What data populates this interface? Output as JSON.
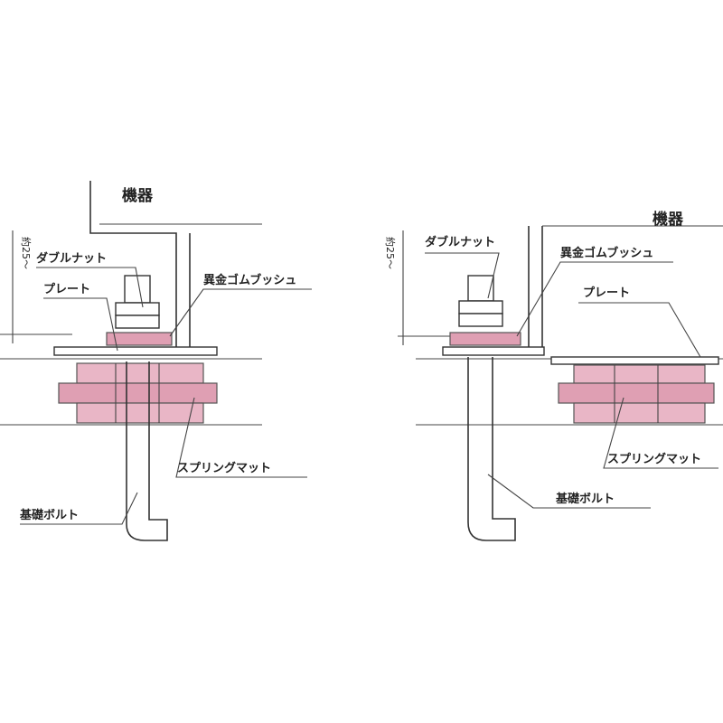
{
  "left_diagram": {
    "title": "機器",
    "labels": {
      "double_nut": "ダブルナット",
      "plate": "プレート",
      "rubber_bushing": "異金ゴムブッシュ",
      "spring_mat": "スプリングマット",
      "foundation_bolt": "基礎ボルト"
    },
    "dimension_text": "約25〜"
  },
  "right_diagram": {
    "title": "機器",
    "labels": {
      "double_nut": "ダブルナット",
      "plate": "プレート",
      "rubber_bushing": "異金ゴムブッシュ",
      "spring_mat": "スプリングマット",
      "foundation_bolt": "基礎ボルト"
    },
    "dimension_text": "約25〜"
  },
  "colors": {
    "rubber": "#e9b6c6",
    "line": "#333333"
  }
}
